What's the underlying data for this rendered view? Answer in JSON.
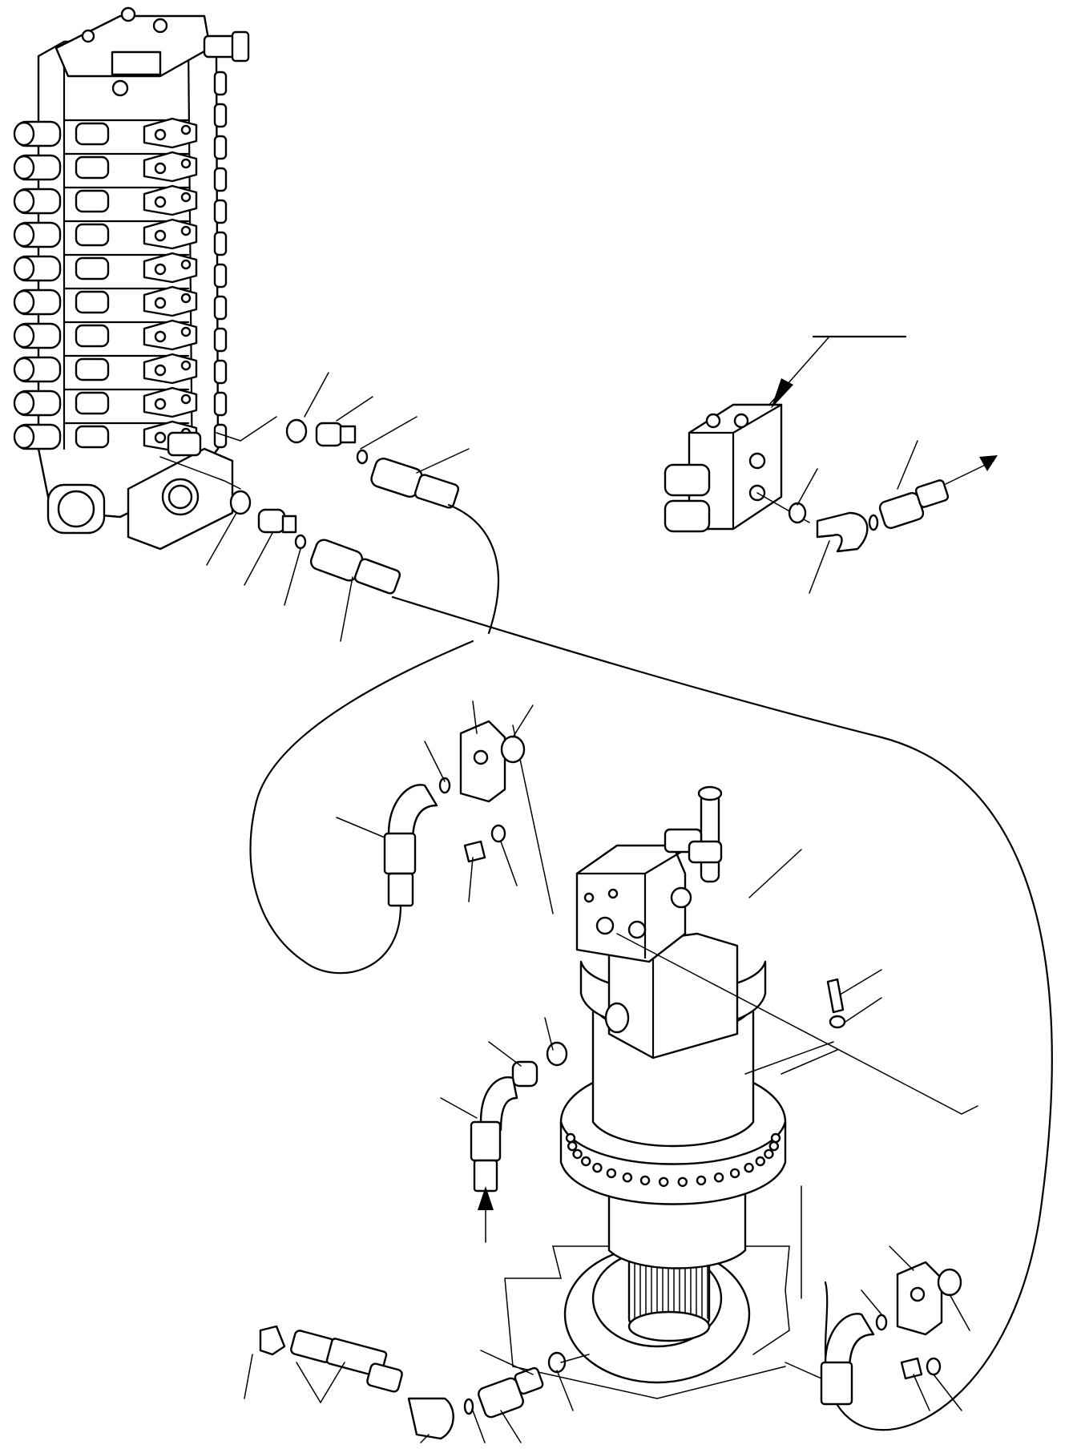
{
  "diagram": {
    "type": "exploded-parts-drawing",
    "colors": {
      "line": "#000000",
      "background": "#ffffff"
    },
    "labels": [],
    "components": [
      "control-valve",
      "swing-motor",
      "valve-block",
      "hose",
      "fitting",
      "o-ring",
      "flange",
      "bolt",
      "washer",
      "elbow",
      "flow-arrow"
    ]
  }
}
